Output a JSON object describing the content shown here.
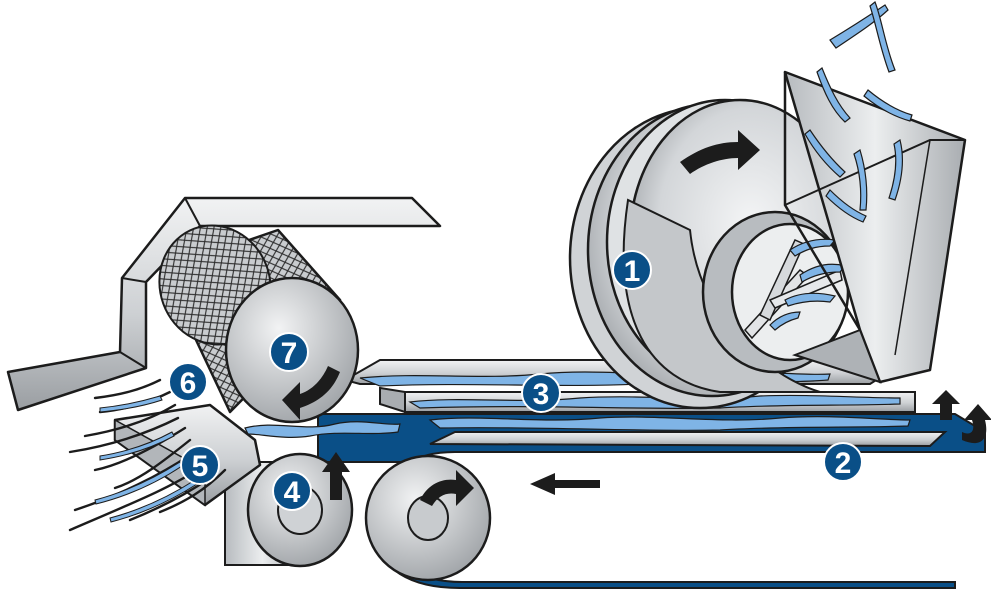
{
  "colors": {
    "accent_blue": "#0a4f87",
    "fiber_blue": "#7fb4e6",
    "steel_light": "#e6e8ea",
    "steel_mid": "#c7cacd",
    "steel_dark": "#8d9296",
    "outline": "#1c1c1c"
  },
  "icons": [
    "curved-arrow-icon",
    "straight-arrow-icon",
    "fiber-strand-icon"
  ],
  "callouts": [
    {
      "id": "1",
      "text": "1"
    },
    {
      "id": "2",
      "text": "2"
    },
    {
      "id": "3",
      "text": "3"
    },
    {
      "id": "4",
      "text": "4"
    },
    {
      "id": "5",
      "text": "5"
    },
    {
      "id": "6",
      "text": "6"
    },
    {
      "id": "7",
      "text": "7"
    }
  ]
}
